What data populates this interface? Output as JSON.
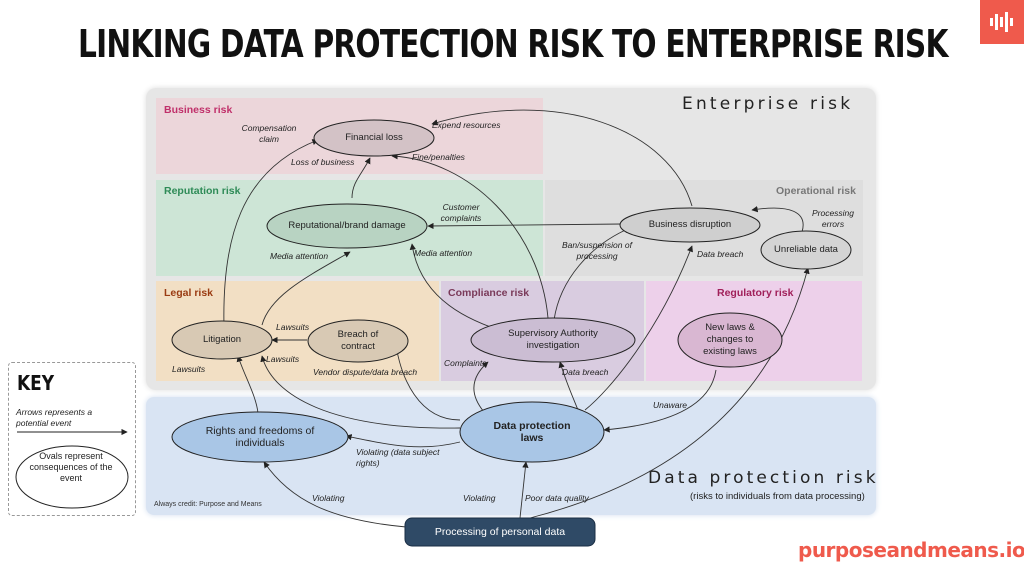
{
  "title": "LINKING DATA PROTECTION RISK TO ENTERPRISE RISK",
  "brand": "purposeandmeans.io",
  "credit": "Always credit: Purpose and Means",
  "colors": {
    "brand": "#ef5a4c",
    "business": "#c0306a",
    "reputation": "#2e8b57",
    "legal": "#9a3b12",
    "compliance": "#7a3a5a",
    "regulatory": "#a0205a",
    "operational": "#777777"
  },
  "regions": {
    "enterprise": "Enterprise risk",
    "data_protection": "Data protection risk",
    "data_protection_sub": "(risks to individuals from data processing)",
    "business": "Business risk",
    "reputation": "Reputation risk",
    "operational": "Operational risk",
    "legal": "Legal risk",
    "compliance": "Compliance risk",
    "regulatory": "Regulatory risk"
  },
  "key": {
    "title": "KEY",
    "arrow_text": "Arrows represents a potential event",
    "oval_text": "Ovals represent consequences of the event"
  },
  "nodes": {
    "financial_loss": "Financial loss",
    "reputational_damage": "Reputational/brand damage",
    "business_disruption": "Business disruption",
    "unreliable_data": "Unreliable data",
    "litigation": "Litigation",
    "breach_of_contract": "Breach of contract",
    "supervisory_authority": "Supervisory Authority investigation",
    "new_laws": "New laws & changes to existing laws",
    "rights_freedoms": "Rights and freedoms of individuals",
    "data_protection_laws": "Data protection laws",
    "processing": "Processing of personal data"
  },
  "edge_labels": {
    "compensation_claim": "Compensation claim",
    "expend_resources": "Expend resources",
    "loss_of_business": "Loss of business",
    "fine_penalties": "Fine/penalties",
    "customer_complaints": "Customer complaints",
    "processing_errors": "Processing errors",
    "media_attention_left": "Media attention",
    "media_attention_mid": "Media attention",
    "ban_suspension": "Ban/suspension of processing",
    "data_breach_op": "Data breach",
    "lawsuits_top": "Lawsuits",
    "lawsuits_mid": "Lawsuits",
    "lawsuits_left": "Lawsuits",
    "vendor_dispute": "Vendor dispute/data breach",
    "complaints": "Complaints",
    "data_breach_comp": "Data breach",
    "unaware": "Unaware",
    "violating_dsr": "Violating (data subject rights)",
    "violating_left": "Violating",
    "violating_mid": "Violating",
    "poor_data_quality": "Poor data quality"
  }
}
